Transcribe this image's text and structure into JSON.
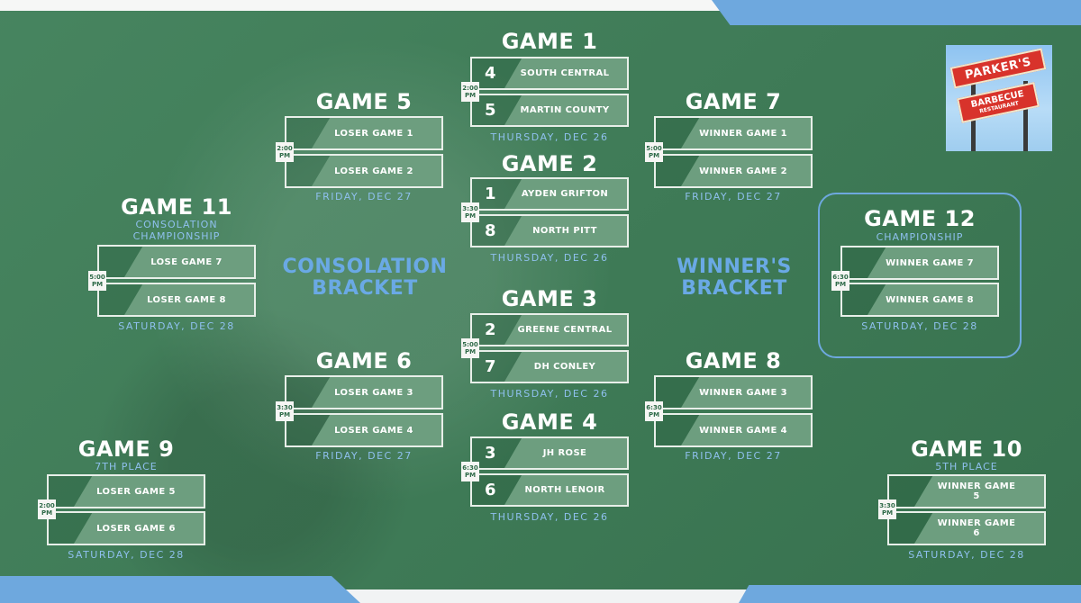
{
  "logo": {
    "line1": "PARKER'S",
    "line2": "BARBECUE",
    "line3": "RESTAURANT"
  },
  "labels": {
    "consolation": {
      "line1": "CONSOLATION",
      "line2": "BRACKET"
    },
    "winners": {
      "line1": "WINNER'S",
      "line2": "BRACKET"
    }
  },
  "games": {
    "g1": {
      "title": "GAME 1",
      "time1": "2:00",
      "time2": "PM",
      "date": "THURSDAY, DEC 26",
      "team1": {
        "seed": "4",
        "name": "SOUTH CENTRAL"
      },
      "team2": {
        "seed": "5",
        "name": "MARTIN COUNTY"
      }
    },
    "g2": {
      "title": "GAME 2",
      "time1": "3:30",
      "time2": "PM",
      "date": "THURSDAY, DEC 26",
      "team1": {
        "seed": "1",
        "name": "AYDEN GRIFTON"
      },
      "team2": {
        "seed": "8",
        "name": "NORTH PITT"
      }
    },
    "g3": {
      "title": "GAME 3",
      "time1": "5:00",
      "time2": "PM",
      "date": "THURSDAY, DEC 26",
      "team1": {
        "seed": "2",
        "name": "GREENE CENTRAL"
      },
      "team2": {
        "seed": "7",
        "name": "DH CONLEY"
      }
    },
    "g4": {
      "title": "GAME 4",
      "time1": "6:30",
      "time2": "PM",
      "date": "THURSDAY, DEC 26",
      "team1": {
        "seed": "3",
        "name": "JH ROSE"
      },
      "team2": {
        "seed": "6",
        "name": "NORTH LENOIR"
      }
    },
    "g5": {
      "title": "GAME 5",
      "time1": "2:00",
      "time2": "PM",
      "date": "FRIDAY, DEC 27",
      "slot1": "LOSER GAME 1",
      "slot2": "LOSER GAME 2"
    },
    "g6": {
      "title": "GAME 6",
      "time1": "3:30",
      "time2": "PM",
      "date": "FRIDAY, DEC 27",
      "slot1": "LOSER GAME 3",
      "slot2": "LOSER GAME 4"
    },
    "g7": {
      "title": "GAME 7",
      "time1": "5:00",
      "time2": "PM",
      "date": "FRIDAY, DEC 27",
      "slot1": "WINNER GAME 1",
      "slot2": "WINNER GAME 2"
    },
    "g8": {
      "title": "GAME 8",
      "time1": "6:30",
      "time2": "PM",
      "date": "FRIDAY, DEC 27",
      "slot1": "WINNER GAME 3",
      "slot2": "WINNER GAME 4"
    },
    "g9": {
      "title": "GAME 9",
      "subtitle": "7TH PLACE",
      "time1": "2:00",
      "time2": "PM",
      "date": "SATURDAY, DEC 28",
      "slot1": "LOSER GAME 5",
      "slot2": "LOSER GAME 6"
    },
    "g10": {
      "title": "GAME 10",
      "subtitle": "5TH PLACE",
      "time1": "3:30",
      "time2": "PM",
      "date": "SATURDAY, DEC 28",
      "slot1a": "WINNER GAME",
      "slot1b": "5",
      "slot2a": "WINNER GAME",
      "slot2b": "6"
    },
    "g11": {
      "title": "GAME 11",
      "subtitle1": "CONSOLATION",
      "subtitle2": "CHAMPIONSHIP",
      "time1": "5:00",
      "time2": "PM",
      "date": "SATURDAY, DEC 28",
      "slot1": "LOSE GAME 7",
      "slot2": "LOSER GAME 8"
    },
    "g12": {
      "title": "GAME 12",
      "subtitle": "CHAMPIONSHIP",
      "time1": "6:30",
      "time2": "PM",
      "date": "SATURDAY, DEC 28",
      "slot1": "WINNER GAME 7",
      "slot2": "WINNER GAME 8"
    }
  }
}
